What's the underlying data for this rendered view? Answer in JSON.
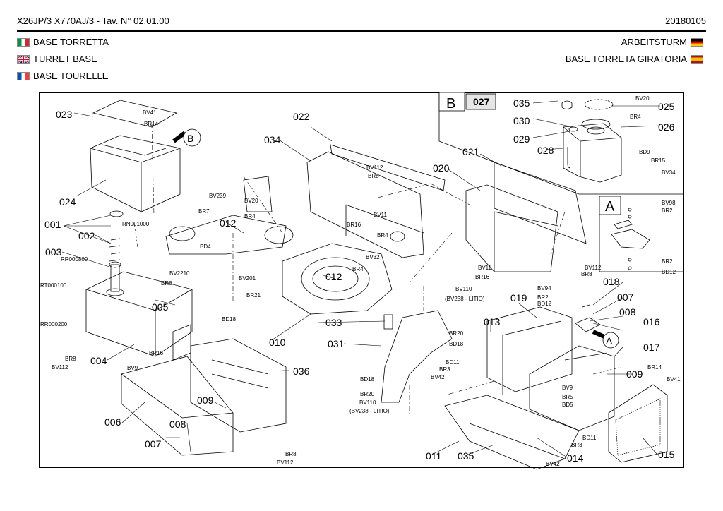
{
  "header": {
    "title": "X26JP/3 X770AJ/3 - Tav. N° 02.01.00",
    "date": "20180105"
  },
  "titles": [
    {
      "flag": "it",
      "text": "BASE TORRETTA"
    },
    {
      "flag": "en",
      "text": "TURRET BASE"
    },
    {
      "flag": "fr",
      "text": "BASE  TOURELLE"
    },
    {
      "flag": "de",
      "text": "ARBEITSTURM"
    },
    {
      "flag": "es",
      "text": "BASE TORRETA GIRATORIA"
    }
  ],
  "inset_b": {
    "letter": "B",
    "code": "027"
  },
  "inset_a": {
    "letter": "A"
  },
  "callout_a": "A",
  "callout_b": "B",
  "part_numbers": [
    "023",
    "024",
    "001",
    "002",
    "003",
    "005",
    "004",
    "006",
    "007",
    "008",
    "009",
    "036",
    "033",
    "031",
    "010",
    "012",
    "012",
    "022",
    "034",
    "021",
    "020",
    "035",
    "030",
    "029",
    "028",
    "025",
    "026",
    "018",
    "007",
    "008",
    "016",
    "017",
    "009",
    "019",
    "013",
    "011",
    "035",
    "014",
    "015"
  ],
  "codes": [
    "BV41",
    "BR14",
    "BV239",
    "BR7",
    "RN001000",
    "BV2210",
    "BR6",
    "RR000800",
    "RT000100",
    "RR000200",
    "BR8",
    "BV112",
    "BD4",
    "BR4",
    "BV20",
    "BV201",
    "BR21",
    "BD18",
    "BR16",
    "BV9",
    "BR8",
    "BV112",
    "BR4",
    "BV11",
    "BR16",
    "BV112",
    "BR8",
    "BV32",
    "BR4",
    "BV110",
    "(BV238 - LITIO)",
    "BR20",
    "BD18",
    "BD18",
    "BR20",
    "BV110",
    "(BV238 - LITIO)",
    "BV11",
    "BR16",
    "BV112",
    "BR8",
    "BV20",
    "BR4",
    "BD9",
    "BR15",
    "BV34",
    "BV98",
    "BR2",
    "BR2",
    "BD12",
    "BV94",
    "BR2",
    "BD12",
    "BD11",
    "BR3",
    "BV42",
    "BV9",
    "BR5",
    "BD5",
    "BD11",
    "BR3",
    "BV42",
    "BR14",
    "BV41"
  ]
}
